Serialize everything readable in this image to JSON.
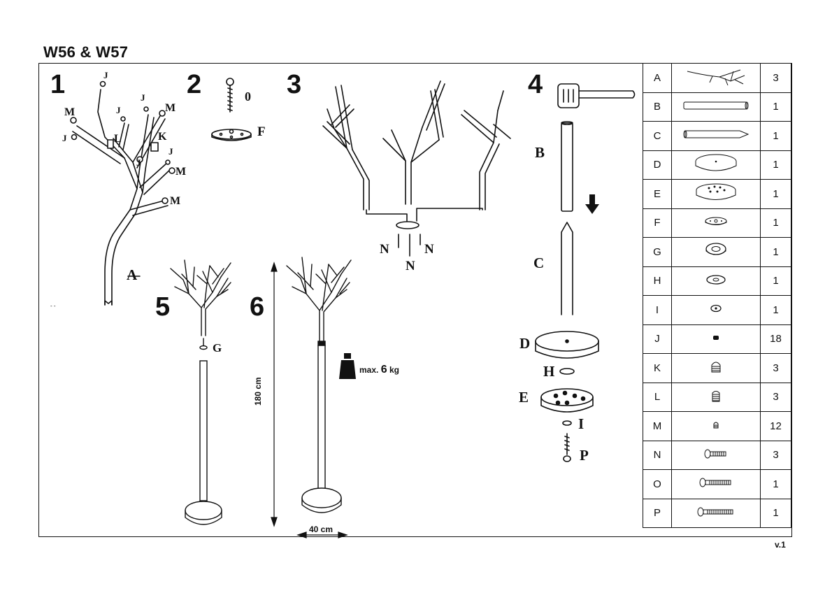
{
  "document": {
    "title": "W56 & W57",
    "version": "v.1"
  },
  "steps": [
    {
      "number": "1",
      "labels": [
        "J",
        "M",
        "J",
        "J",
        "M",
        "J",
        "L",
        "K",
        "J",
        "J",
        "M",
        "M",
        "A"
      ]
    },
    {
      "number": "2",
      "labels": [
        "0",
        "F"
      ]
    },
    {
      "number": "3",
      "labels": [
        "N",
        "N",
        "N"
      ]
    },
    {
      "number": "4",
      "labels": [
        "B",
        "C",
        "D",
        "H",
        "E",
        "I",
        "P"
      ]
    },
    {
      "number": "5",
      "labels": [
        "G"
      ]
    },
    {
      "number": "6",
      "height": "180 cm",
      "width": "40 cm",
      "max_label": "max.",
      "max_value": "6",
      "max_unit": "kg"
    }
  ],
  "parts": [
    {
      "letter": "A",
      "icon": "branch-icon",
      "qty": "3"
    },
    {
      "letter": "B",
      "icon": "tube-icon",
      "qty": "1"
    },
    {
      "letter": "C",
      "icon": "tapered-tube-icon",
      "qty": "1"
    },
    {
      "letter": "D",
      "icon": "base-disc-icon",
      "qty": "1"
    },
    {
      "letter": "E",
      "icon": "base-hub-icon",
      "qty": "1"
    },
    {
      "letter": "F",
      "icon": "top-plate-icon",
      "qty": "1"
    },
    {
      "letter": "G",
      "icon": "ring-g-icon",
      "qty": "1"
    },
    {
      "letter": "H",
      "icon": "washer-h-icon",
      "qty": "1"
    },
    {
      "letter": "I",
      "icon": "washer-i-icon",
      "qty": "1"
    },
    {
      "letter": "J",
      "icon": "end-cap-icon",
      "qty": "18"
    },
    {
      "letter": "K",
      "icon": "plug-k-icon",
      "qty": "3"
    },
    {
      "letter": "L",
      "icon": "plug-l-icon",
      "qty": "3"
    },
    {
      "letter": "M",
      "icon": "plug-m-icon",
      "qty": "12"
    },
    {
      "letter": "N",
      "icon": "screw-n-icon",
      "qty": "3"
    },
    {
      "letter": "O",
      "icon": "screw-o-icon",
      "qty": "1"
    },
    {
      "letter": "P",
      "icon": "screw-p-icon",
      "qty": "1"
    }
  ]
}
